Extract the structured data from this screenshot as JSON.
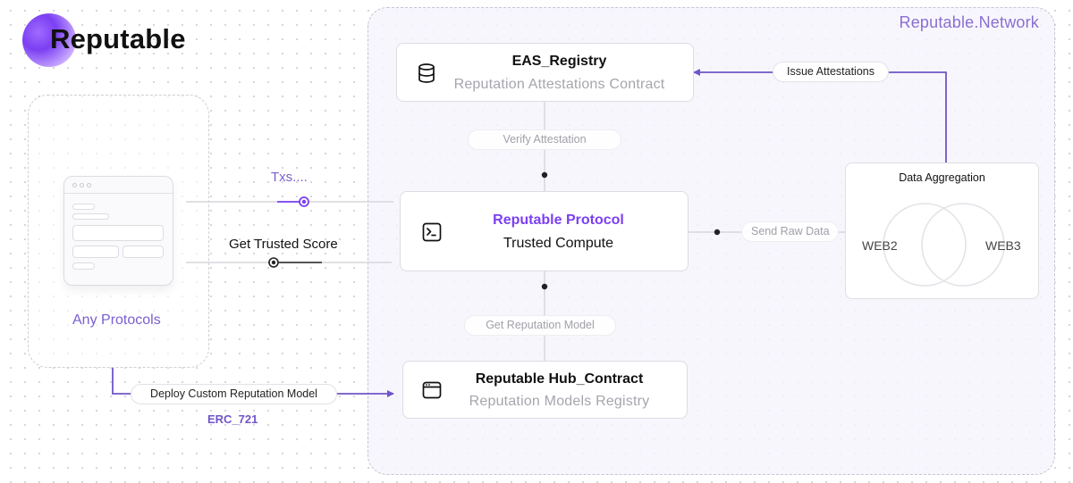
{
  "brand": {
    "name": "Reputable"
  },
  "network": {
    "label": "Reputable.Network"
  },
  "protocols": {
    "label": "Any Protocols"
  },
  "eas_registry": {
    "title": "EAS_Registry",
    "subtitle": "Reputation Attestations Contract",
    "icon": "database-icon"
  },
  "protocol": {
    "title": "Reputable Protocol",
    "subtitle": "Trusted Compute",
    "icon": "terminal-icon"
  },
  "hub": {
    "title": "Reputable Hub_Contract",
    "subtitle": "Reputation Models Registry",
    "icon": "browser-window-icon"
  },
  "data_aggregation": {
    "title": "Data Aggregation",
    "left": "WEB2",
    "right": "WEB3"
  },
  "edges": {
    "issue_attestations": "Issue Attestations",
    "verify_attestation": "Verify Attestation",
    "send_raw_data": "Send Raw Data",
    "get_reputation_model": "Get Reputation Model",
    "deploy_custom": "Deploy Custom Reputation Model",
    "txs": "Txs....",
    "get_trusted_score": "Get Trusted Score",
    "erc": "ERC_721"
  },
  "colors": {
    "accent": "#7b3ff2",
    "accent_text": "#7b5fcf",
    "arrow": "#6f55c8",
    "muted": "#a5a5ad"
  }
}
